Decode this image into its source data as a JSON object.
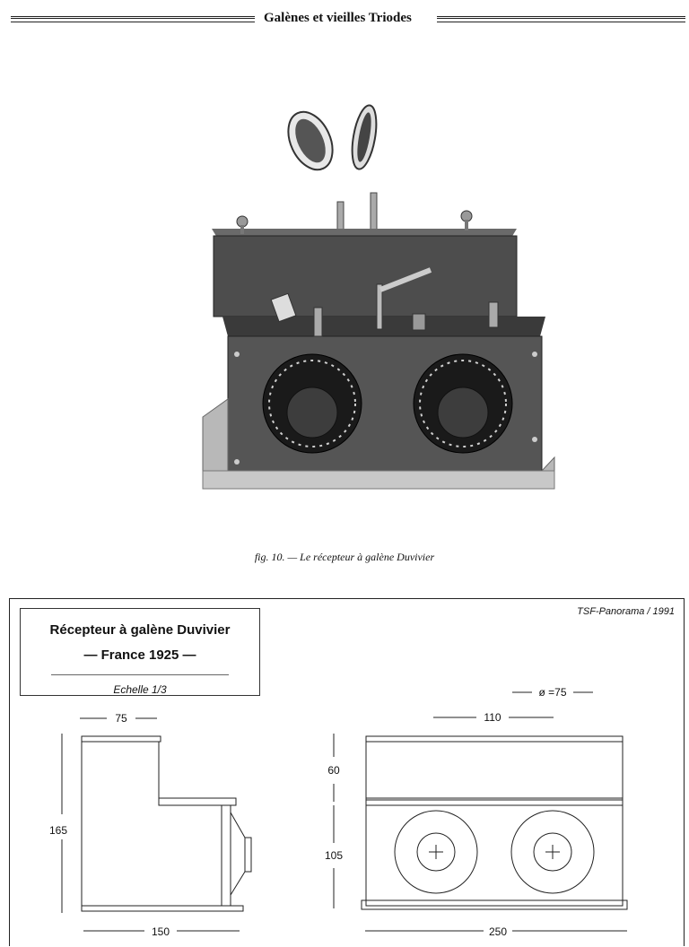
{
  "header": {
    "title": "Galènes et vieilles Triodes"
  },
  "figure": {
    "caption": "fig. 10. — Le récepteur à galène Duvivier"
  },
  "drawing": {
    "title_line1": "Récepteur à galène Duvivier",
    "title_line2": "— France 1925 —",
    "scale": "Echelle 1/3",
    "source": "TSF-Panorama / 1991",
    "dimensions": {
      "diameter": "ø =75",
      "top_width_side": "75",
      "top_width_front": "110",
      "total_height": "165",
      "upper_height": "60",
      "lower_height": "105",
      "base_side": "150",
      "base_front": "250"
    }
  }
}
